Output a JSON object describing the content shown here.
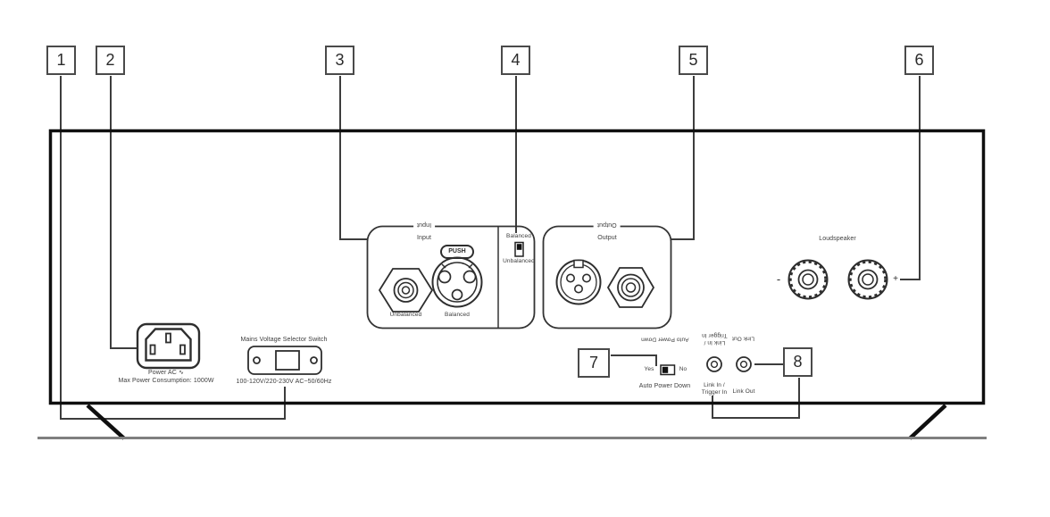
{
  "callouts": [
    "1",
    "2",
    "3",
    "4",
    "5",
    "6",
    "7",
    "8"
  ],
  "power": {
    "label": "Power AC ∿",
    "consumption": "Max Power Consumption: 1000W"
  },
  "voltage_selector": {
    "title": "Mains Voltage Selector Switch",
    "range": "100-120V/220-230V AC~50/60Hz"
  },
  "input_section": {
    "title": "Input",
    "push": "PUSH",
    "unbalanced": "Unbalanced",
    "balanced": "Balanced",
    "mode_switch": {
      "top": "Balanced",
      "bottom": "Unbalanced"
    }
  },
  "output_section": {
    "title": "Output"
  },
  "loudspeaker": {
    "title": "Loudspeaker",
    "negative": "-",
    "positive": "+"
  },
  "auto_power_down": {
    "title": "Auto Power Down",
    "yes": "Yes",
    "no": "No"
  },
  "link": {
    "in_line1": "Link In /",
    "in_line2": "Trigger In",
    "out": "Link Out"
  }
}
